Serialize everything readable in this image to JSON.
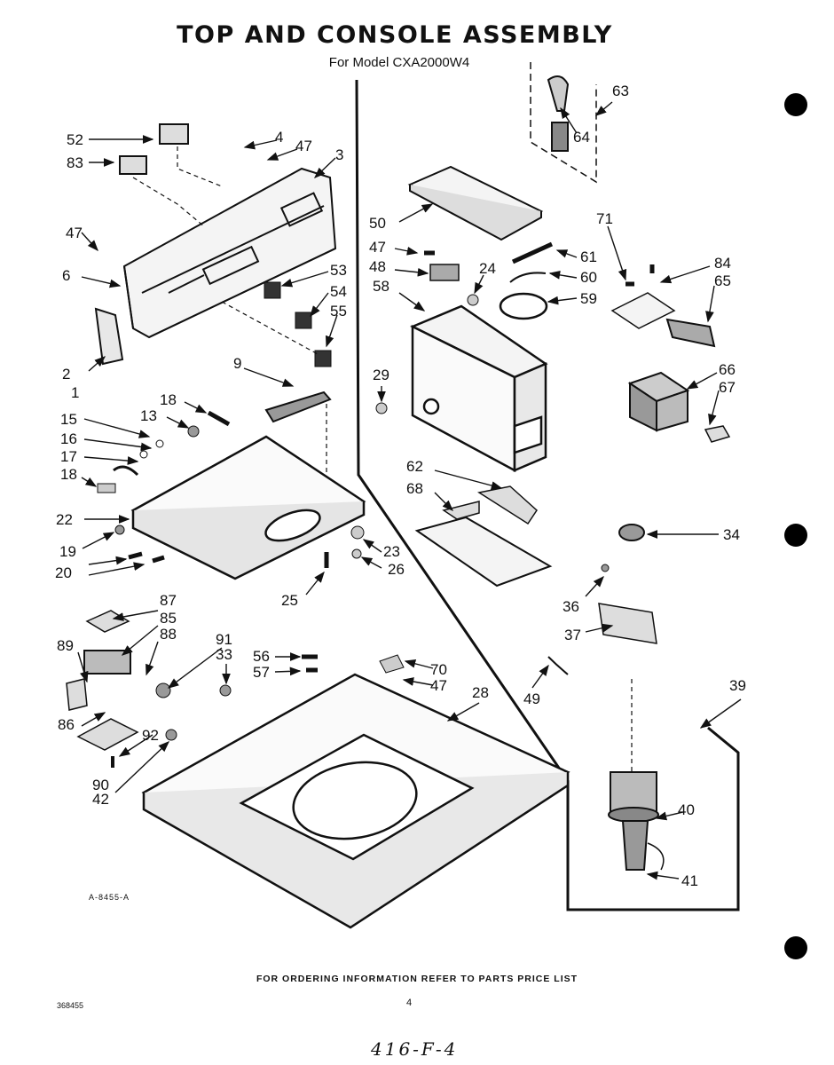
{
  "title": "TOP AND CONSOLE ASSEMBLY",
  "subtitle": "For Model CXA2000W4",
  "figure_ref": "A-8455-A",
  "footer": "FOR ORDERING INFORMATION REFER TO PARTS PRICE LIST",
  "doc_number": "368455",
  "page_number": "4",
  "handwritten_note": "416-F-4",
  "callouts": [
    "52",
    "83",
    "4",
    "47",
    "3",
    "47",
    "6",
    "2",
    "1",
    "53",
    "54",
    "55",
    "9",
    "18",
    "13",
    "15",
    "16",
    "17",
    "18",
    "22",
    "19",
    "20",
    "23",
    "26",
    "25",
    "87",
    "85",
    "88",
    "89",
    "86",
    "92",
    "90",
    "42",
    "91",
    "33",
    "56",
    "57",
    "70",
    "47",
    "28",
    "50",
    "47",
    "48",
    "24",
    "61",
    "60",
    "59",
    "58",
    "29",
    "62",
    "68",
    "63",
    "64",
    "71",
    "84",
    "65",
    "66",
    "67",
    "34",
    "36",
    "37",
    "49",
    "39",
    "40",
    "41"
  ]
}
